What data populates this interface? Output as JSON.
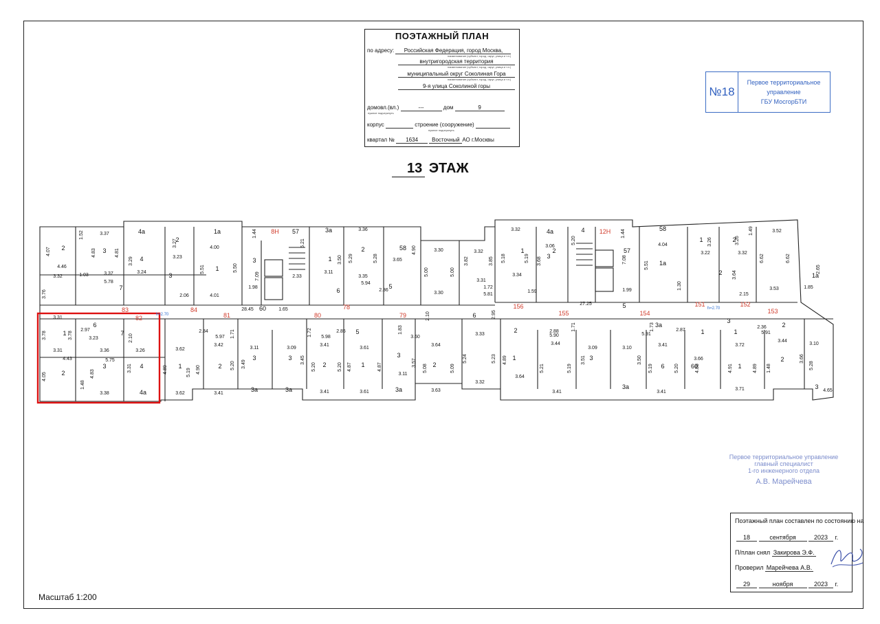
{
  "title_block": {
    "heading": "ПОЭТАЖНЫЙ ПЛАН",
    "address_label": "по адресу:",
    "address_line1": "Российская Федерация, город Москва,",
    "address_line2": "внутригородская территория",
    "address_line3": "муниципальный округ Соколиная Гора",
    "address_line4": "9-я улица Соколиной горы",
    "hint1": "наименование (субъект, город, округ, улица и т.п.)",
    "hint2": "наименование (субъект, город, округ, улица и т.п.)",
    "hint3": "наименование (субъект, город, округ, улица и т.п.)",
    "domovl_label": "домовл.(вл.)",
    "domovl_value": "---",
    "dom_label": "дом",
    "dom_value": "9",
    "hint_number": "нужное подчеркнуть",
    "korpus_label": "корпус",
    "stroenie_label": "строение (сооружение)",
    "hint_number2": "нужное подчеркнуть",
    "kvartal_label": "квартал №",
    "kvartal_value": "1634",
    "district_value": "Восточный",
    "district_suffix": "АО г.Москвы"
  },
  "floor": {
    "number": "13",
    "label": "ЭТАЖ"
  },
  "stamp": {
    "number": "№18",
    "line1": "Первое территориальное",
    "line2": "управление",
    "line3": "ГБУ МосгорБТИ"
  },
  "approval": {
    "line1": "Первое территориальное управление",
    "line2": "главный специалист",
    "line3": "1-го инженерного отдела",
    "name": "А.В. Марейчева"
  },
  "status_block": {
    "caption": "Поэтажный план составлен по состоянию на",
    "day1": "18",
    "month1": "сентября",
    "year1": "2023",
    "g1": "г.",
    "taken_label": "П/план снял",
    "taken_by": "Закирова Э.Ф.",
    "checked_label": "Проверил",
    "checked_by": "Марейчева А.В.",
    "day2": "29",
    "month2": "ноября",
    "year2": "2023",
    "g2": "г."
  },
  "scale": "Масштаб 1:200",
  "plan": {
    "flat_numbers": [
      "83",
      "82",
      "84",
      "81",
      "80",
      "79",
      "78",
      "156",
      "155",
      "154",
      "153",
      "151",
      "152",
      "8Н",
      "12Н"
    ],
    "ceiling": [
      "h=2.70",
      "h=2.70"
    ],
    "rooms": [
      {
        "t": "2"
      },
      {
        "t": "3"
      },
      {
        "t": "4a"
      },
      {
        "t": "2"
      },
      {
        "t": "1a"
      },
      {
        "t": "57"
      },
      {
        "t": "3a"
      },
      {
        "t": "2"
      },
      {
        "t": "1"
      },
      {
        "t": "3"
      },
      {
        "t": "1"
      },
      {
        "t": "58"
      },
      {
        "t": "3"
      },
      {
        "t": "4"
      },
      {
        "t": "6"
      },
      {
        "t": "5"
      },
      {
        "t": "7"
      },
      {
        "t": "60"
      },
      {
        "t": "1"
      },
      {
        "t": "6"
      },
      {
        "t": "7"
      },
      {
        "t": "2"
      },
      {
        "t": "3"
      },
      {
        "t": "4"
      },
      {
        "t": "4a"
      },
      {
        "t": "1"
      },
      {
        "t": "2"
      },
      {
        "t": "3"
      },
      {
        "t": "3a"
      },
      {
        "t": "3"
      },
      {
        "t": "3a"
      },
      {
        "t": "2"
      },
      {
        "t": "1"
      },
      {
        "t": "3"
      },
      {
        "t": "3a"
      },
      {
        "t": "2"
      },
      {
        "t": "5"
      },
      {
        "t": "6"
      },
      {
        "t": "1"
      },
      {
        "t": "1"
      },
      {
        "t": "2"
      },
      {
        "t": "3"
      },
      {
        "t": "4a"
      },
      {
        "t": "4"
      },
      {
        "t": "57"
      },
      {
        "t": "58"
      },
      {
        "t": "1a"
      },
      {
        "t": "1"
      },
      {
        "t": "2"
      },
      {
        "t": "2"
      },
      {
        "t": "3"
      },
      {
        "t": "5"
      },
      {
        "t": "6"
      },
      {
        "t": "60"
      },
      {
        "t": "1"
      },
      {
        "t": "2"
      },
      {
        "t": "3"
      },
      {
        "t": "3a"
      },
      {
        "t": "2"
      },
      {
        "t": "1"
      },
      {
        "t": "1"
      },
      {
        "t": "2"
      },
      {
        "t": "3"
      },
      {
        "t": "1a"
      },
      {
        "t": "3a"
      }
    ],
    "dims": [
      {
        "t": "1.52"
      },
      {
        "t": "3.37"
      },
      {
        "t": "4.07"
      },
      {
        "t": "4.83"
      },
      {
        "t": "4.81"
      },
      {
        "t": "4.46"
      },
      {
        "t": "3.32"
      },
      {
        "t": "3.76"
      },
      {
        "t": "1.03"
      },
      {
        "t": "3.37"
      },
      {
        "t": "5.78"
      },
      {
        "t": "3.29"
      },
      {
        "t": "3.24"
      },
      {
        "t": "3.23"
      },
      {
        "t": "3.27"
      },
      {
        "t": "4.00"
      },
      {
        "t": "5.51"
      },
      {
        "t": "5.50"
      },
      {
        "t": "4.01"
      },
      {
        "t": "1.44"
      },
      {
        "t": "1.98"
      },
      {
        "t": "7.09"
      },
      {
        "t": "5.21"
      },
      {
        "t": "2.33"
      },
      {
        "t": "3.36"
      },
      {
        "t": "5.29"
      },
      {
        "t": "5.28"
      },
      {
        "t": "3.50"
      },
      {
        "t": "3.11"
      },
      {
        "t": "3.35"
      },
      {
        "t": "5.94"
      },
      {
        "t": "4.90"
      },
      {
        "t": "3.65"
      },
      {
        "t": "3.30"
      },
      {
        "t": "5.00"
      },
      {
        "t": "5.00"
      },
      {
        "t": "3.30"
      },
      {
        "t": "2.36"
      },
      {
        "t": "3.32"
      },
      {
        "t": "3.82"
      },
      {
        "t": "3.85"
      },
      {
        "t": "3.31"
      },
      {
        "t": "28.45"
      },
      {
        "t": "1.65"
      },
      {
        "t": "2.06"
      },
      {
        "t": "3.78"
      },
      {
        "t": "3.78"
      },
      {
        "t": "3.31"
      },
      {
        "t": "3.31"
      },
      {
        "t": "2.97"
      },
      {
        "t": "3.23"
      },
      {
        "t": "4.43"
      },
      {
        "t": "4.05"
      },
      {
        "t": "1.48"
      },
      {
        "t": "3.38"
      },
      {
        "t": "5.75"
      },
      {
        "t": "3.36"
      },
      {
        "t": "4.83"
      },
      {
        "t": "3.26"
      },
      {
        "t": "3.31"
      },
      {
        "t": "2.10"
      },
      {
        "t": "2.84"
      },
      {
        "t": "3.62"
      },
      {
        "t": "4.89"
      },
      {
        "t": "3.62"
      },
      {
        "t": "3.42"
      },
      {
        "t": "5.19"
      },
      {
        "t": "4.90"
      },
      {
        "t": "5.20"
      },
      {
        "t": "3.41"
      },
      {
        "t": "5.97"
      },
      {
        "t": "1.71"
      },
      {
        "t": "3.49"
      },
      {
        "t": "3.11"
      },
      {
        "t": "3.09"
      },
      {
        "t": "3.45"
      },
      {
        "t": "1.72"
      },
      {
        "t": "5.98"
      },
      {
        "t": "2.85"
      },
      {
        "t": "3.41"
      },
      {
        "t": "5.20"
      },
      {
        "t": "5.20"
      },
      {
        "t": "3.41"
      },
      {
        "t": "3.61"
      },
      {
        "t": "4.87"
      },
      {
        "t": "4.87"
      },
      {
        "t": "3.61"
      },
      {
        "t": "1.83"
      },
      {
        "t": "3.60"
      },
      {
        "t": "3.57"
      },
      {
        "t": "3.11"
      },
      {
        "t": "3.64"
      },
      {
        "t": "5.08"
      },
      {
        "t": "5.09"
      },
      {
        "t": "3.63"
      },
      {
        "t": "2.10"
      },
      {
        "t": "3.33"
      },
      {
        "t": "5.24"
      },
      {
        "t": "5.23"
      },
      {
        "t": "3.32"
      },
      {
        "t": "2.95"
      },
      {
        "t": "3.32"
      },
      {
        "t": "5.18"
      },
      {
        "t": "5.19"
      },
      {
        "t": "3.34"
      },
      {
        "t": "3.06"
      },
      {
        "t": "3.68"
      },
      {
        "t": "5.20"
      },
      {
        "t": "1.44"
      },
      {
        "t": "7.08"
      },
      {
        "t": "1.99"
      },
      {
        "t": "4.04"
      },
      {
        "t": "5.51"
      },
      {
        "t": "1.30"
      },
      {
        "t": "3.26"
      },
      {
        "t": "3.22"
      },
      {
        "t": "3.26"
      },
      {
        "t": "3.32"
      },
      {
        "t": "1.49"
      },
      {
        "t": "3.52"
      },
      {
        "t": "6.62"
      },
      {
        "t": "6.62"
      },
      {
        "t": "3.53"
      },
      {
        "t": "3.64"
      },
      {
        "t": "2.15"
      },
      {
        "t": "27.25"
      },
      {
        "t": "1.72"
      },
      {
        "t": "5.81"
      },
      {
        "t": "1.59"
      },
      {
        "t": "4.89"
      },
      {
        "t": "3.64"
      },
      {
        "t": "2.88"
      },
      {
        "t": "5.90"
      },
      {
        "t": "3.44"
      },
      {
        "t": "5.21"
      },
      {
        "t": "5.19"
      },
      {
        "t": "3.41"
      },
      {
        "t": "1.71"
      },
      {
        "t": "3.51"
      },
      {
        "t": "3.09"
      },
      {
        "t": "3.10"
      },
      {
        "t": "3.50"
      },
      {
        "t": "1.73"
      },
      {
        "t": "5.91"
      },
      {
        "t": "3.41"
      },
      {
        "t": "5.19"
      },
      {
        "t": "5.20"
      },
      {
        "t": "3.41"
      },
      {
        "t": "2.87"
      },
      {
        "t": "3.66"
      },
      {
        "t": "4.88"
      },
      {
        "t": "3.72"
      },
      {
        "t": "4.91"
      },
      {
        "t": "4.89"
      },
      {
        "t": "3.71"
      },
      {
        "t": "2.36"
      },
      {
        "t": "5.91"
      },
      {
        "t": "3.44"
      },
      {
        "t": "5.28"
      },
      {
        "t": "1.48"
      },
      {
        "t": "3.10"
      },
      {
        "t": "3.66"
      },
      {
        "t": "4.65"
      },
      {
        "t": "1.85"
      },
      {
        "t": "2.65"
      }
    ]
  }
}
